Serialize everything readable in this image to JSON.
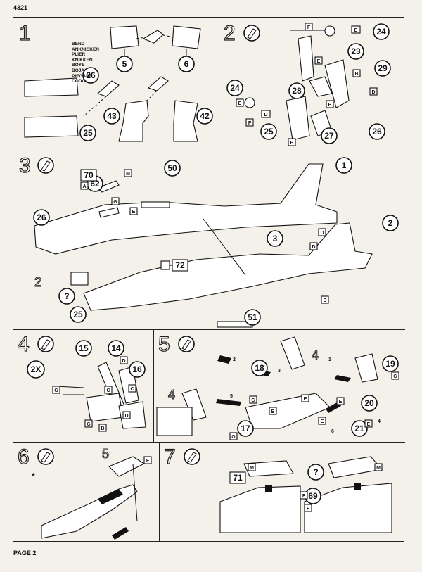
{
  "header": {
    "kit_number": "4321"
  },
  "footer": {
    "page_label": "PAGE 2"
  },
  "bend_terms": [
    "BEND",
    "ANKNICKEN",
    "PLIER",
    "KNIKKEN",
    "BØYE",
    "BOJA",
    "PIEGARE",
    "CODO"
  ],
  "steps": [
    {
      "number": "1",
      "callouts": [
        "5",
        "6",
        "26",
        "25",
        "43",
        "42"
      ]
    },
    {
      "number": "2",
      "callouts": [
        "24",
        "23",
        "29",
        "28",
        "24",
        "26",
        "27",
        "25"
      ],
      "tags": [
        "F",
        "E",
        "E",
        "B",
        "D",
        "B",
        "E",
        "F",
        "D",
        "B"
      ]
    },
    {
      "number": "3",
      "callouts": [
        "1",
        "2",
        "3",
        "26",
        "25",
        "51",
        "50",
        "62"
      ],
      "boxes": [
        "70",
        "72"
      ],
      "tags": [
        "M",
        "A",
        "G",
        "E",
        "D",
        "D",
        "D"
      ],
      "subassembly": "2"
    },
    {
      "number": "4",
      "callouts": [
        "15",
        "14",
        "16"
      ],
      "quantity": "2X",
      "tags": [
        "D",
        "C",
        "C",
        "D",
        "G",
        "B",
        "G"
      ]
    },
    {
      "number": "5",
      "callouts": [
        "18",
        "19",
        "20",
        "21",
        "17"
      ],
      "tags": [
        "G",
        "G",
        "E",
        "E",
        "E",
        "E",
        "E",
        "G"
      ],
      "sub_labels": [
        "4",
        "4"
      ],
      "arrow_labels": [
        "2",
        "3",
        "1",
        "5",
        "4",
        "6"
      ]
    },
    {
      "number": "6",
      "subassembly": "5",
      "tags": [
        "F"
      ]
    },
    {
      "number": "7",
      "boxes": [
        "71"
      ],
      "callouts": [
        "69"
      ],
      "tags": [
        "M",
        "M",
        "F",
        "F"
      ]
    }
  ],
  "colors": {
    "ink": "#111111",
    "paper": "#f4f1ea"
  }
}
